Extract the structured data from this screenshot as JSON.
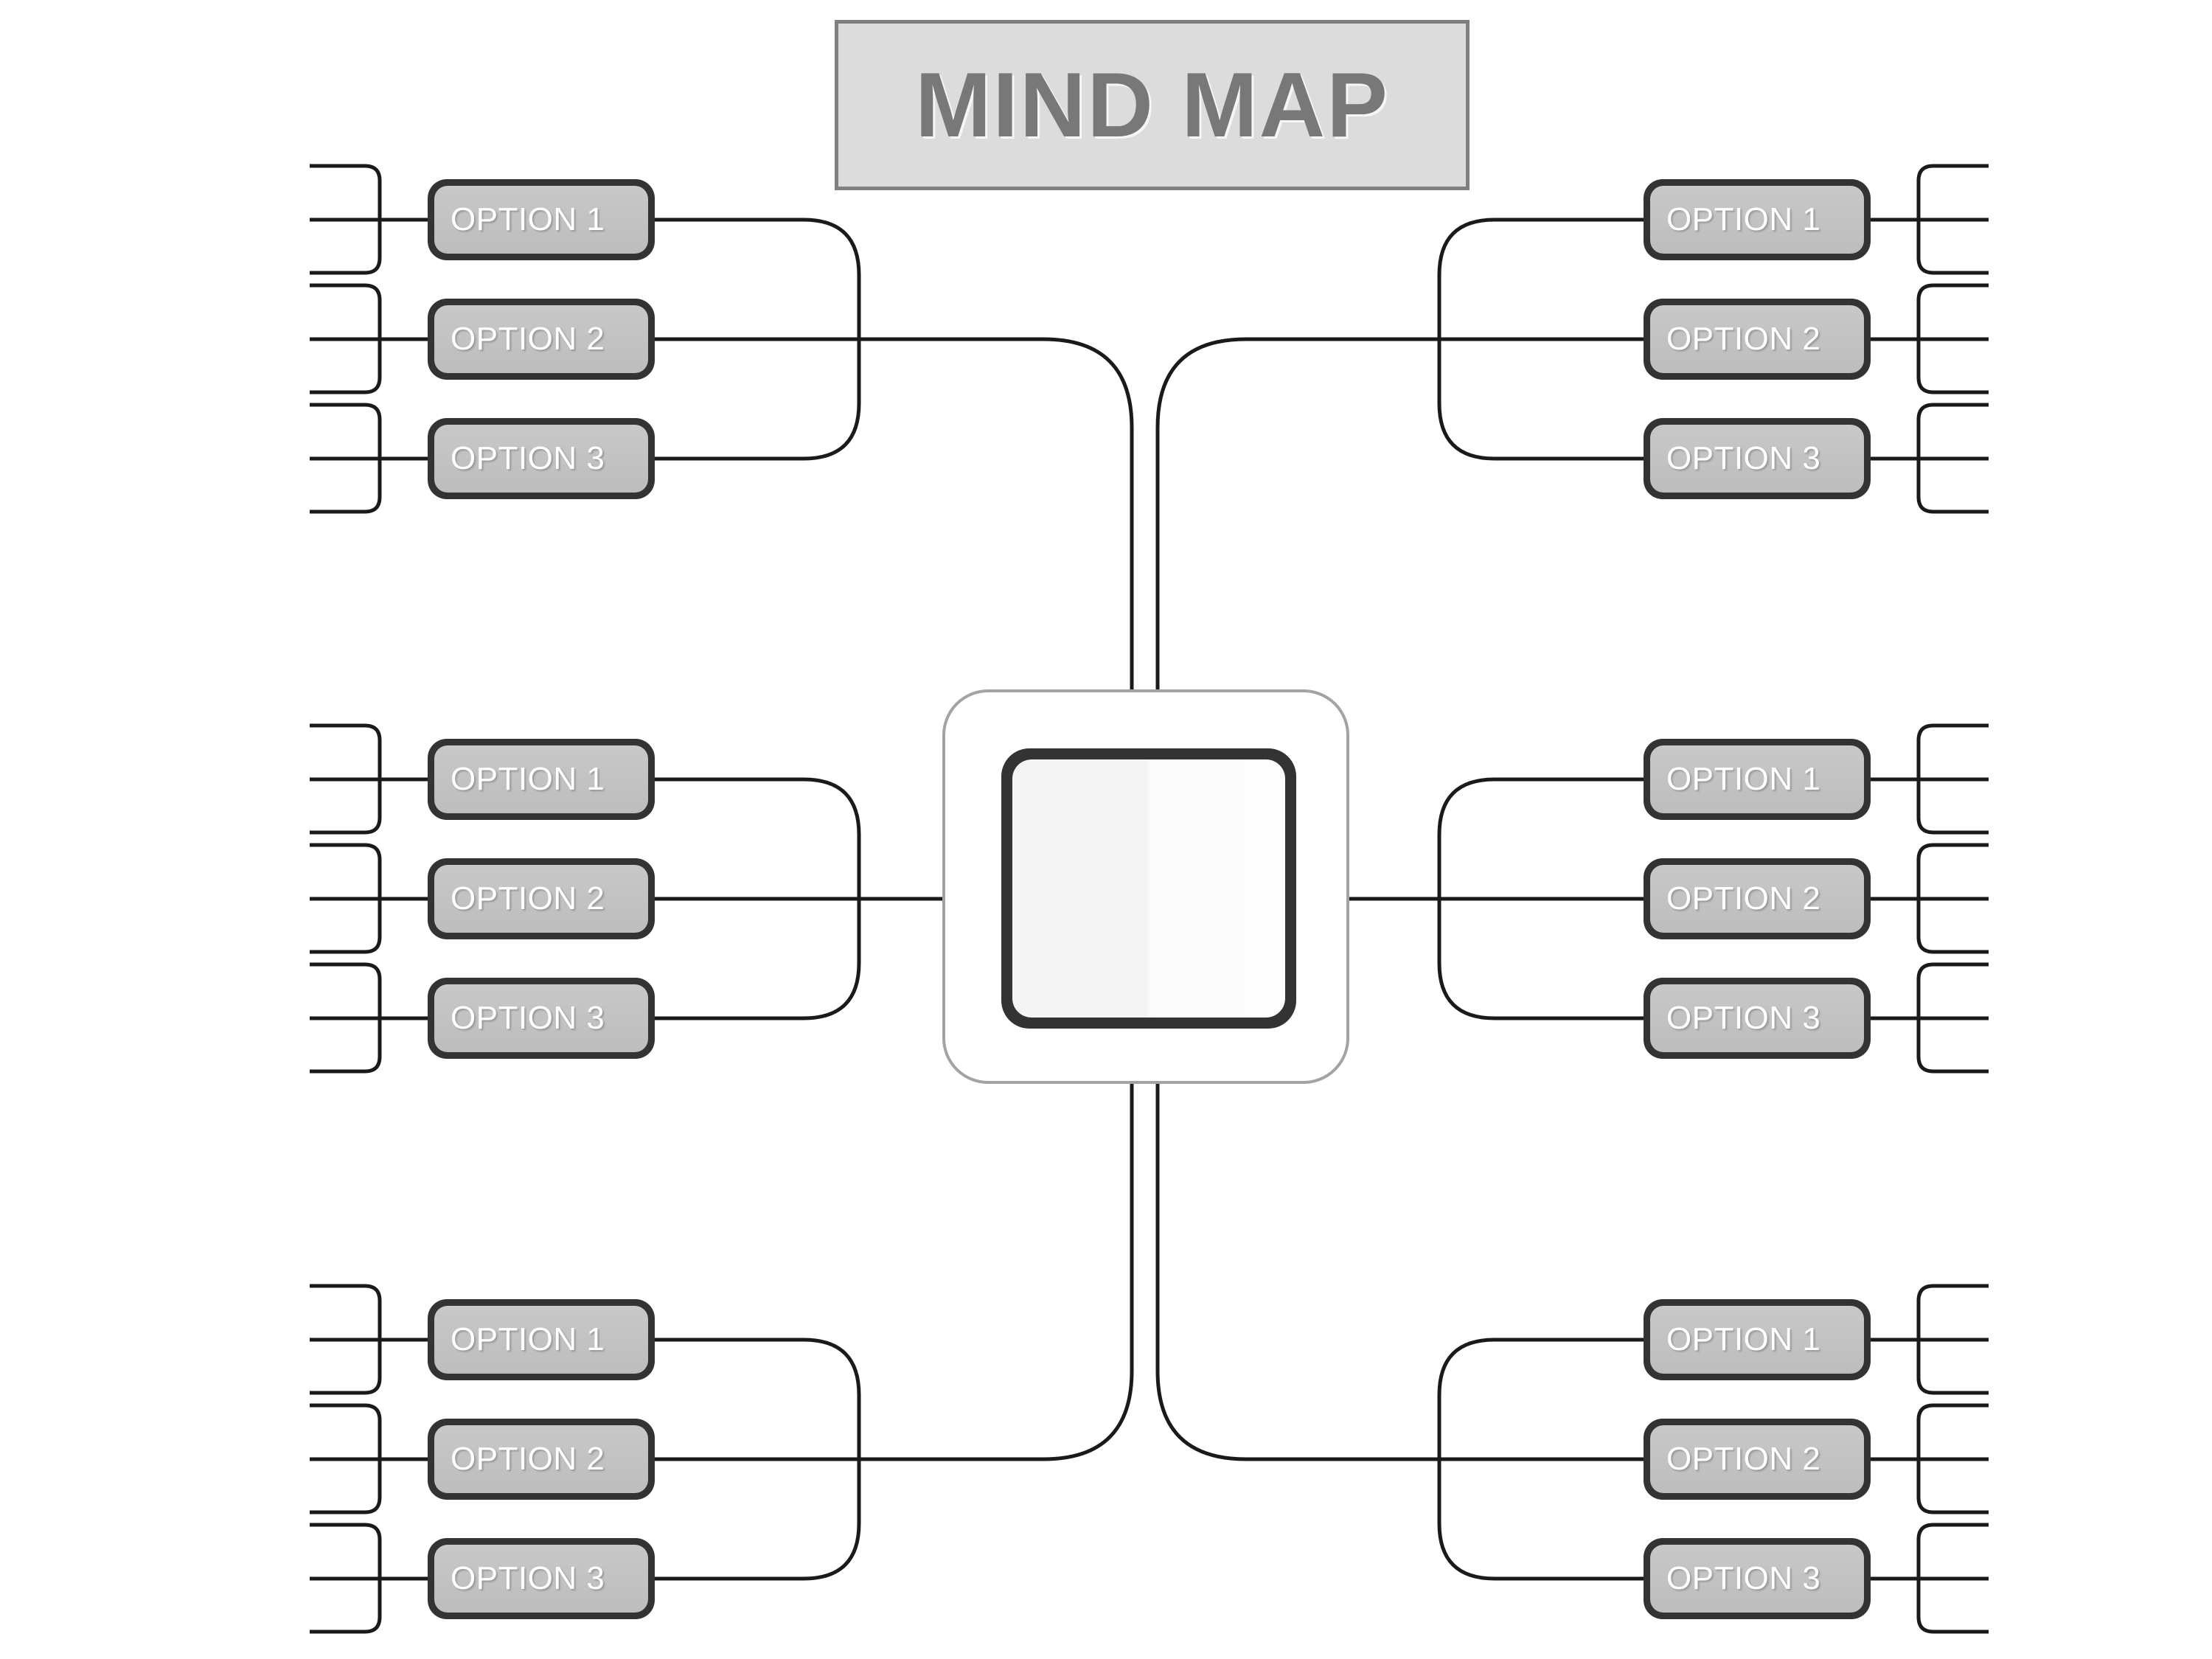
{
  "title": {
    "text": "MIND MAP",
    "background": "#dcdcdc",
    "border_color": "#808080",
    "text_color": "#787878"
  },
  "theme": {
    "node_border": "#333333",
    "node_fill": "#c2c2c2",
    "node_label_color": "#ffffff",
    "wire_color": "#1a1a1a",
    "center_outline": "#a3a3a3",
    "page_background": "#ffffff"
  },
  "center_node": {
    "label": "",
    "name": "central-topic"
  },
  "branches": [
    {
      "name": "top-left",
      "side": "left",
      "options": [
        {
          "label": "OPTION 1"
        },
        {
          "label": "OPTION 2"
        },
        {
          "label": "OPTION 3"
        }
      ]
    },
    {
      "name": "middle-left",
      "side": "left",
      "options": [
        {
          "label": "OPTION 1"
        },
        {
          "label": "OPTION 2"
        },
        {
          "label": "OPTION 3"
        }
      ]
    },
    {
      "name": "bottom-left",
      "side": "left",
      "options": [
        {
          "label": "OPTION 1"
        },
        {
          "label": "OPTION 2"
        },
        {
          "label": "OPTION 3"
        }
      ]
    },
    {
      "name": "top-right",
      "side": "right",
      "options": [
        {
          "label": "OPTION 1"
        },
        {
          "label": "OPTION 2"
        },
        {
          "label": "OPTION 3"
        }
      ]
    },
    {
      "name": "middle-right",
      "side": "right",
      "options": [
        {
          "label": "OPTION 1"
        },
        {
          "label": "OPTION 2"
        },
        {
          "label": "OPTION 3"
        }
      ]
    },
    {
      "name": "bottom-right",
      "side": "right",
      "options": [
        {
          "label": "OPTION 1"
        },
        {
          "label": "OPTION 2"
        },
        {
          "label": "OPTION 3"
        }
      ]
    }
  ]
}
